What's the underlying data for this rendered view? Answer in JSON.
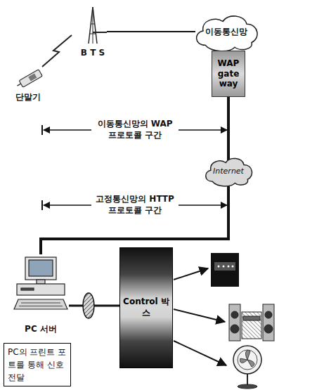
{
  "diagram": {
    "nodes": [
      {
        "text": [
          "단말기"
        ]
      },
      {
        "text": [
          "B T S"
        ]
      },
      {
        "text": [
          "이동통신망"
        ]
      },
      {
        "text": [
          "WAP gate way"
        ]
      },
      {
        "text": [
          "Internet"
        ]
      },
      {
        "text": [
          "PC 서버"
        ]
      },
      {
        "text": [
          "PC의 프린트 포트를 통해 신호전달"
        ]
      },
      {
        "text": [
          "Control 박스"
        ]
      }
    ],
    "edges": [
      {
        "from": 1,
        "to": 2,
        "arrow": "none"
      },
      {
        "from": 3,
        "to": 4,
        "arrow": "none"
      },
      {
        "from": 4,
        "to": 5,
        "arrow": "none"
      },
      {
        "from": 5,
        "to": 7,
        "arrow": "none"
      }
    ],
    "labels": [
      "이동통신망의 WAP 프로토콜 구간",
      "고정통신망의 HTTP 프로토콜 구간"
    ]
  }
}
